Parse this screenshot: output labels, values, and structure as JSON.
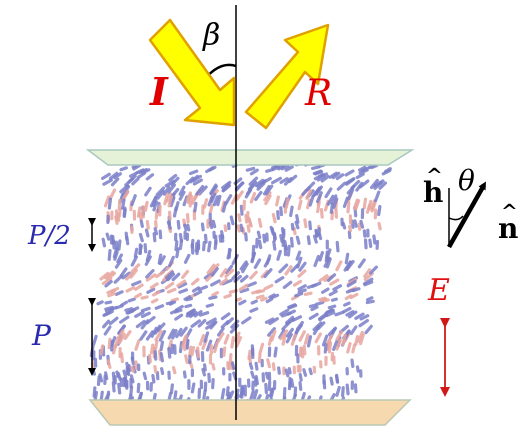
{
  "labels": {
    "incident": "I",
    "reflected": "R",
    "angle_beta": "β",
    "half_pitch": "P/2",
    "pitch": "P",
    "h_vector": "h",
    "n_vector": "n",
    "theta": "θ",
    "field": "E"
  },
  "colors": {
    "arrow_fill": "#ffff00",
    "arrow_stroke": "#e0a000",
    "incident_label": "#e00000",
    "reflected_label": "#e00000",
    "pitch_label": "#2020b0",
    "field_label": "#e01010",
    "top_plate": "#e6f2d8",
    "bottom_plate": "#f7d9b0",
    "molecule_blue": "#7b7fc8",
    "molecule_pink": "#e8a6a0"
  },
  "icons": {
    "incident_arrow": "down-right-arrow",
    "reflected_arrow": "up-right-arrow",
    "field_arrow": "double-headed-arrow"
  }
}
